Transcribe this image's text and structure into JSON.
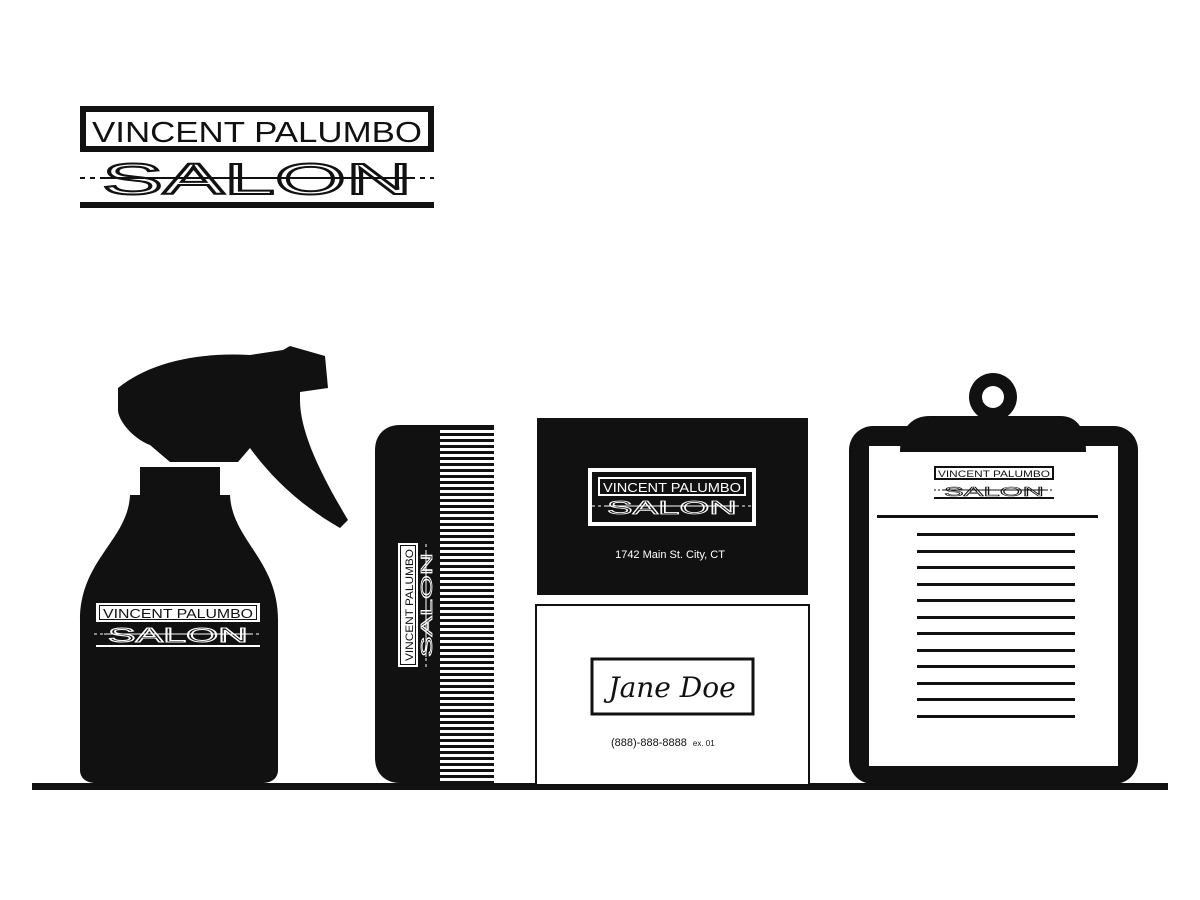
{
  "brand": {
    "name_line1": "VINCENT PALUMBO",
    "name_line2": "SALON",
    "ink_color": "#111111",
    "paper_color": "#ffffff"
  },
  "business_card_front": {
    "address": "1742 Main St. City, CT"
  },
  "business_card_back": {
    "person_name": "Jane Doe",
    "phone": "(888)-888-8888",
    "extension": "ex. 01"
  },
  "objects": [
    "spray-bottle",
    "comb",
    "business-cards",
    "clipboard"
  ]
}
